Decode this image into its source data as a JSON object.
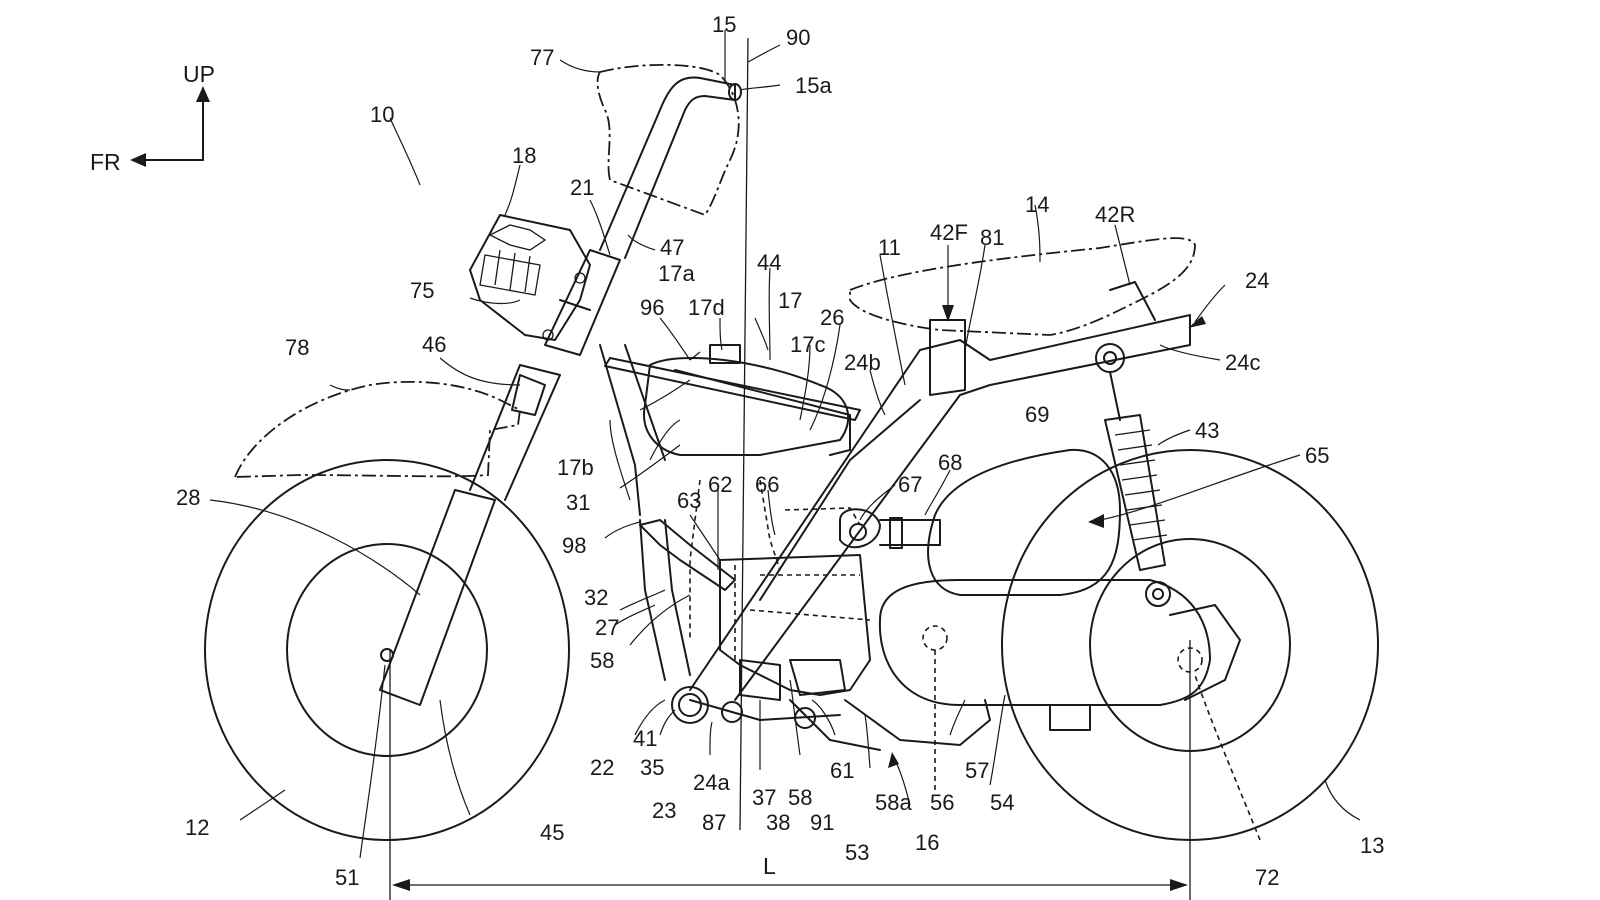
{
  "directions": {
    "up": "UP",
    "front": "FR"
  },
  "labels": {
    "n10": "10",
    "n11": "11",
    "n12": "12",
    "n13": "13",
    "n14": "14",
    "n15": "15",
    "n15a": "15a",
    "n16": "16",
    "n17": "17",
    "n17a": "17a",
    "n17b": "17b",
    "n17c": "17c",
    "n17d": "17d",
    "n18": "18",
    "n21": "21",
    "n22": "22",
    "n23": "23",
    "n24": "24",
    "n24a": "24a",
    "n24b": "24b",
    "n24c": "24c",
    "n26": "26",
    "n27": "27",
    "n28": "28",
    "n31": "31",
    "n32": "32",
    "n35": "35",
    "n37": "37",
    "n38": "38",
    "n41": "41",
    "n42F": "42F",
    "n42R": "42R",
    "n43": "43",
    "n44": "44",
    "n45": "45",
    "n46": "46",
    "n47": "47",
    "n51": "51",
    "n53": "53",
    "n54": "54",
    "n56": "56",
    "n57": "57",
    "n58_left": "58",
    "n58_bottom": "58",
    "n58a": "58a",
    "n61": "61",
    "n62": "62",
    "n63": "63",
    "n65": "65",
    "n66": "66",
    "n67": "67",
    "n68": "68",
    "n69": "69",
    "n72": "72",
    "n75": "75",
    "n77": "77",
    "n78": "78",
    "n81": "81",
    "n87": "87",
    "n90": "90",
    "n91": "91",
    "n96": "96",
    "n98": "98",
    "wheelbase": "L"
  }
}
